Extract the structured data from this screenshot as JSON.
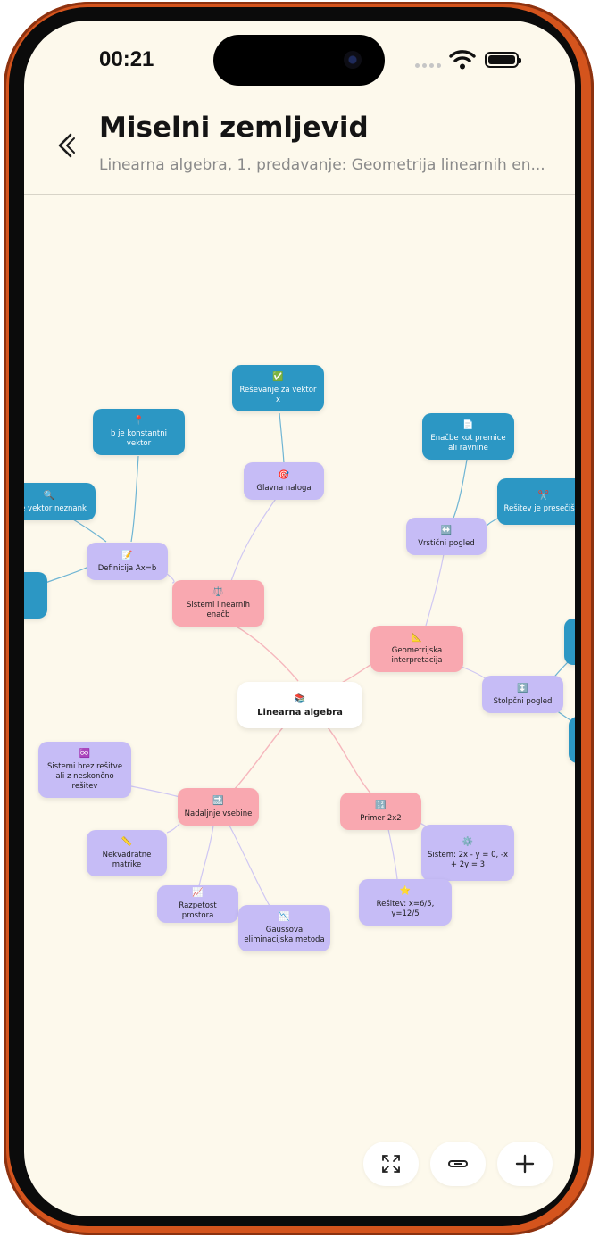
{
  "status": {
    "time": "00:21"
  },
  "header": {
    "title": "Miselni zemljevid",
    "subtitle": "Linearna algebra, 1. predavanje: Geometrija linearnih en..."
  },
  "mindmap": {
    "root": {
      "label": "Linearna algebra",
      "icon": "📚"
    },
    "nodes": {
      "sistemi": {
        "label": "Sistemi linearnih enačb",
        "icon": "⚖️"
      },
      "glavna": {
        "label": "Glavna naloga",
        "icon": "🎯"
      },
      "resevanje": {
        "label": "Reševanje za vektor x",
        "icon": "✅"
      },
      "definicija": {
        "label": "Definicija Ax=b",
        "icon": "📝"
      },
      "bkonst": {
        "label": "b je konstantni vektor",
        "icon": "📍"
      },
      "xneznank": {
        "label": "x je vektor neznank",
        "icon": "🔍"
      },
      "geom": {
        "label": "Geometrijska interpretacija",
        "icon": "📐"
      },
      "vrsticni": {
        "label": "Vrstični pogled",
        "icon": "↔️"
      },
      "enacbe": {
        "label": "Enačbe kot premice ali ravnine",
        "icon": "📄"
      },
      "presecisce": {
        "label": "Rešitev je presečišče",
        "icon": "✂️"
      },
      "stolpcni": {
        "label": "Stolpčni pogled",
        "icon": "↕️"
      },
      "nadaljnje": {
        "label": "Nadaljnje vsebine",
        "icon": "🔜"
      },
      "brezresitve": {
        "label": "Sistemi brez rešitve ali z neskončno rešitev",
        "icon": "♾️"
      },
      "nekvadratne": {
        "label": "Nekvadratne matrike",
        "icon": "📏"
      },
      "razpetost": {
        "label": "Razpetost prostora",
        "icon": "📈"
      },
      "gauss": {
        "label": "Gaussova eliminacijska metoda",
        "icon": "📉"
      },
      "primer": {
        "label": "Primer 2x2",
        "icon": "🔢"
      },
      "sistem": {
        "label": "Sistem: 2x - y = 0, -x + 2y = 3",
        "icon": "⚙️"
      },
      "resitev": {
        "label": "Rešitev: x=6/5, y=12/5",
        "icon": "⭐"
      }
    }
  },
  "colors": {
    "background": "#fdf9ec",
    "pink": "#f9a8b0",
    "purple": "#c6bcf6",
    "blue": "#2c97c4",
    "frame": "#d4541d"
  },
  "icons": [
    "back-chevron-icon",
    "wifi-icon",
    "battery-icon",
    "fit-screen-icon",
    "link-icon",
    "add-icon"
  ]
}
